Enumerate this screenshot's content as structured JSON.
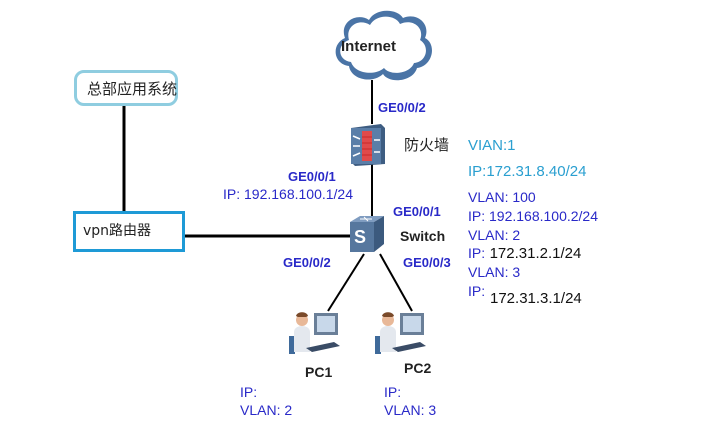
{
  "diagram": {
    "title": "Network topology",
    "nodes": {
      "internet": {
        "label": "Internet",
        "icon": "cloud-icon"
      },
      "hq_system": {
        "label": "总部应用系统"
      },
      "vpn_router": {
        "label": "vpn路由器"
      },
      "firewall": {
        "label": "防火墙",
        "icon": "firewall-icon"
      },
      "switch": {
        "label": "Switch",
        "icon": "switch-icon",
        "icon_letter": "S"
      },
      "pc1": {
        "label": "PC1",
        "icon": "pc-user-icon",
        "ip_label": "IP:",
        "vlan_label": "VLAN: 2"
      },
      "pc2": {
        "label": "PC2",
        "icon": "pc-user-icon",
        "ip_label": "IP:",
        "vlan_label": "VLAN: 3"
      }
    },
    "ports": {
      "firewall_up": "GE0/0/2",
      "firewall_down": "GE0/0/1",
      "firewall_down_ip_prefix": "IP",
      "firewall_down_ip": ": 192.168.100.1/24",
      "switch_up": "GE0/0/1",
      "switch_left_down": "GE0/0/2",
      "switch_right_down": "GE0/0/3"
    },
    "firewall_info": {
      "vlan": "VIAN:1",
      "ip": "IP:172.31.8.40/24"
    },
    "switch_info": {
      "vlan100": "VLAN: 100",
      "vlan100_ip": "IP: 192.168.100.2/24",
      "vlan2": "VLAN: 2",
      "vlan2_ip_prefix": "IP:",
      "vlan2_ip": "172.31.2.1/24",
      "vlan3": "VLAN: 3",
      "vlan3_ip_prefix": "IP:",
      "vlan3_ip": "172.31.3.1/24"
    },
    "colors": {
      "port_text": "#2929c8",
      "info_cyan": "#2a9fd0",
      "hq_border": "#8fcde0",
      "vpn_border": "#1e9ad6",
      "device_blue": "#4d6f96",
      "cloud_edge": "#4a74a6"
    }
  }
}
